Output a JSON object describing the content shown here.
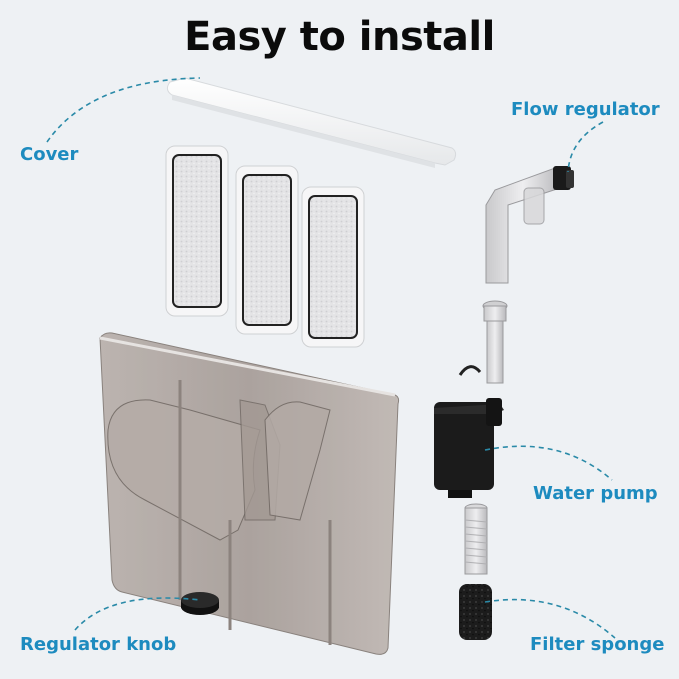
{
  "title": "Easy to install",
  "colors": {
    "background": "#eef1f4",
    "title": "#0b0b0b",
    "label": "#1d8bbf",
    "leader_line": "#2a8aa8",
    "tank_body": "#9a8f8a",
    "pump": "#1a1a1a",
    "cover": "#fbfbfc"
  },
  "labels": {
    "cover": "Cover",
    "flow_regulator": "Flow regulator",
    "water_pump": "Water pump",
    "regulator_knob": "Regulator knob",
    "filter_sponge": "Filter sponge"
  },
  "components": [
    {
      "id": "cover",
      "name": "Cover"
    },
    {
      "id": "filter-cartridge",
      "name": "Filter cartridge",
      "count": 3
    },
    {
      "id": "filter-box",
      "name": "Filter box"
    },
    {
      "id": "flow-regulator",
      "name": "Flow regulator"
    },
    {
      "id": "intake-tube",
      "name": "Intake tube"
    },
    {
      "id": "water-pump",
      "name": "Water pump"
    },
    {
      "id": "strainer",
      "name": "Strainer"
    },
    {
      "id": "filter-sponge",
      "name": "Filter sponge"
    },
    {
      "id": "regulator-knob",
      "name": "Regulator knob"
    }
  ]
}
